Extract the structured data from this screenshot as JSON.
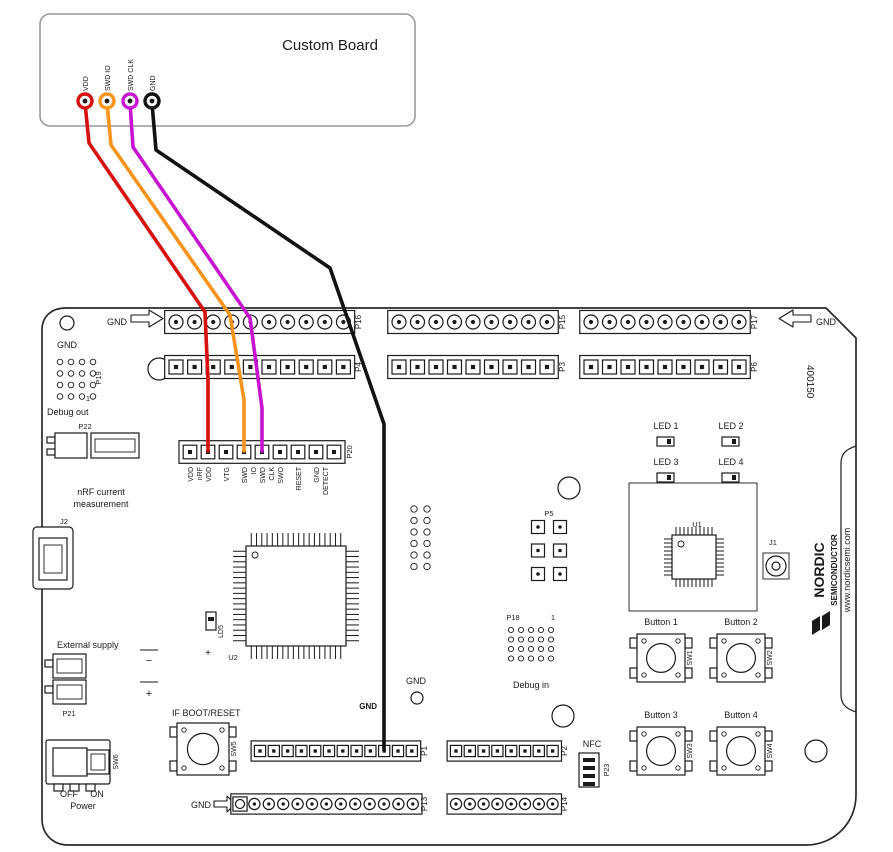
{
  "custom_board": {
    "title": "Custom Board",
    "posts": [
      {
        "label": "VDD",
        "color": "#d60f0f"
      },
      {
        "label": "SWD IO",
        "color": "#f7941d"
      },
      {
        "label": "SWD CLK",
        "color": "#c513cf"
      },
      {
        "label": "GND",
        "color": "#121212"
      }
    ]
  },
  "wires": [
    {
      "name": "vdd-wire",
      "color": "#d60f0f"
    },
    {
      "name": "swd-io-wire",
      "color": "#f7941d"
    },
    {
      "name": "swd-clk-wire",
      "color": "#c513cf"
    },
    {
      "name": "gnd-wire",
      "color": "#121212"
    }
  ],
  "dev_board": {
    "part_number": "400150",
    "brand": {
      "name": "NORDIC",
      "division": "SEMICONDUCTOR",
      "website": "www.nordicsemi.com"
    },
    "headers": {
      "p1": "P1",
      "p2": "P2",
      "p3": "P3",
      "p4": "P4",
      "p5": "P5",
      "p6": "P6",
      "p13": "P13",
      "p14": "P14",
      "p15": "P15",
      "p16": "P16",
      "p17": "P17",
      "p18": "P18",
      "p19": "P19",
      "p20": "P20",
      "p21": "P21",
      "p22": "P22",
      "p23": "P23"
    },
    "p20_pin_labels": [
      {
        "line1": "VDD",
        "line2": "nRF"
      },
      {
        "line1": "VDD",
        "line2": ""
      },
      {
        "line1": "VTG",
        "line2": ""
      },
      {
        "line1": "SWD",
        "line2": "IO"
      },
      {
        "line1": "SWD",
        "line2": "CLK"
      },
      {
        "line1": "SWO",
        "line2": ""
      },
      {
        "line1": "RESET",
        "line2": ""
      },
      {
        "line1": "GND",
        "line2": "DETECT"
      }
    ],
    "labels": {
      "gnd": "GND",
      "debug_out": "Debug out",
      "debug_in": "Debug in",
      "pin_one": "1",
      "nrf_current_line1": "nRF current",
      "nrf_current_line2": "measurement",
      "external_supply": "External supply",
      "if_boot_reset": "IF BOOT/RESET",
      "off": "OFF",
      "on": "ON",
      "power": "Power",
      "minus": "−",
      "plus": "+",
      "nfc": "NFC",
      "u1": "U1",
      "u2": "U2",
      "j1": "J1",
      "j2": "J2",
      "ld5": "LD5",
      "sw1": "SW1",
      "sw2": "SW2",
      "sw3": "SW3",
      "sw4": "SW4",
      "sw5": "SW5",
      "sw6": "SW6",
      "led1": "LED 1",
      "led2": "LED 2",
      "led3": "LED 3",
      "led4": "LED 4",
      "button1": "Button 1",
      "button2": "Button 2",
      "button3": "Button 3",
      "button4": "Button 4"
    }
  }
}
